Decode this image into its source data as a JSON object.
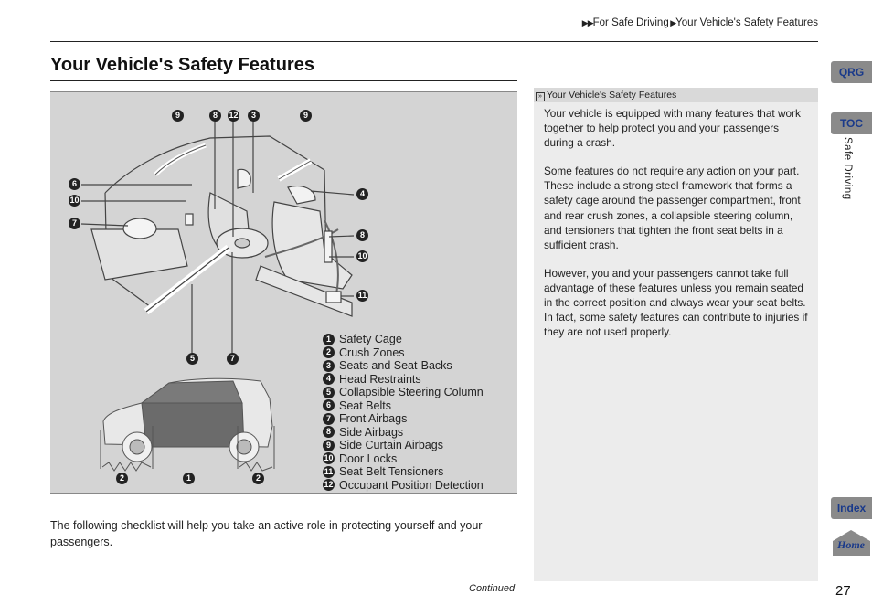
{
  "breadcrumb": {
    "part1": "For Safe Driving",
    "part2": "Your Vehicle's Safety Features"
  },
  "page_title": "Your Vehicle's Safety Features",
  "figure": {
    "callouts": [
      "9",
      "8",
      "12",
      "3",
      "9",
      "6",
      "10",
      "7",
      "4",
      "8",
      "10",
      "11",
      "5",
      "7",
      "2",
      "1",
      "2"
    ],
    "legend": [
      {
        "num": "1",
        "label": "Safety Cage"
      },
      {
        "num": "2",
        "label": "Crush Zones"
      },
      {
        "num": "3",
        "label": "Seats and Seat-Backs"
      },
      {
        "num": "4",
        "label": "Head Restraints"
      },
      {
        "num": "5",
        "label": "Collapsible Steering Column"
      },
      {
        "num": "6",
        "label": "Seat Belts"
      },
      {
        "num": "7",
        "label": "Front Airbags"
      },
      {
        "num": "8",
        "label": "Side Airbags"
      },
      {
        "num": "9",
        "label": "Side Curtain Airbags"
      },
      {
        "num": "10",
        "label": "Door Locks"
      },
      {
        "num": "11",
        "label": "Seat Belt Tensioners"
      },
      {
        "num": "12",
        "label": "Occupant Position Detection"
      }
    ]
  },
  "body_text": "The following checklist will help you take an active role in protecting yourself and your passengers.",
  "continued": "Continued",
  "note": {
    "heading": "Your Vehicle's Safety Features",
    "paragraphs": [
      "Your vehicle is equipped with many features that work together to help protect you and your passengers during a crash.",
      "Some features do not require any action on your part. These include a strong steel framework that forms a safety cage around the passenger compartment, front and rear crush zones, a collapsible steering column, and tensioners that tighten the front seat belts in a sufficient crash.",
      "However, you and your passengers cannot take full advantage of these features unless you remain seated in the correct position and always wear your seat belts. In fact, some safety features can contribute to injuries if they are not used properly."
    ]
  },
  "nav": {
    "qrg": "QRG",
    "toc": "TOC",
    "index": "Index",
    "home": "Home"
  },
  "section_label": "Safe Driving",
  "page_number": "27"
}
